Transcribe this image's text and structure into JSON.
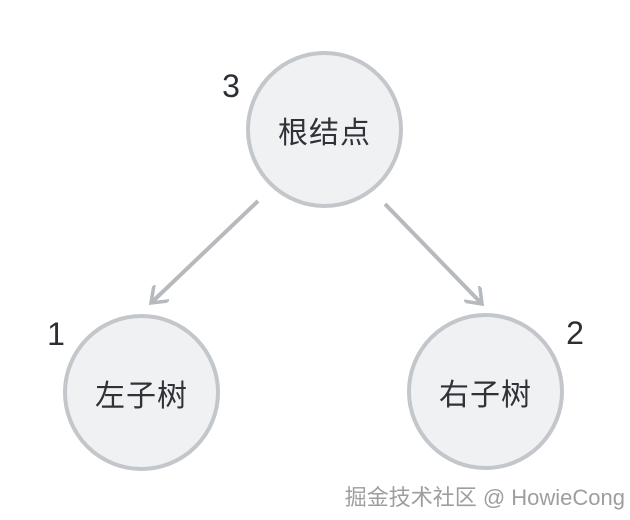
{
  "diagram": {
    "type": "binary-tree",
    "nodes": {
      "root": {
        "label": "根结点",
        "order": "3"
      },
      "left": {
        "label": "左子树",
        "order": "1"
      },
      "right": {
        "label": "右子树",
        "order": "2"
      }
    },
    "edges": [
      {
        "from": "root",
        "to": "left"
      },
      {
        "from": "root",
        "to": "right"
      }
    ]
  },
  "watermark": {
    "text": "掘金技术社区 @ HowieCong"
  },
  "colors": {
    "background": "#ffffff",
    "node_fill": "#f0f1f3",
    "node_border": "#c3c6ca",
    "node_text": "#2f3338",
    "order_text": "#2b2f34",
    "arrow": "#b6b9bd",
    "watermark_text": "#9e9e9e"
  }
}
